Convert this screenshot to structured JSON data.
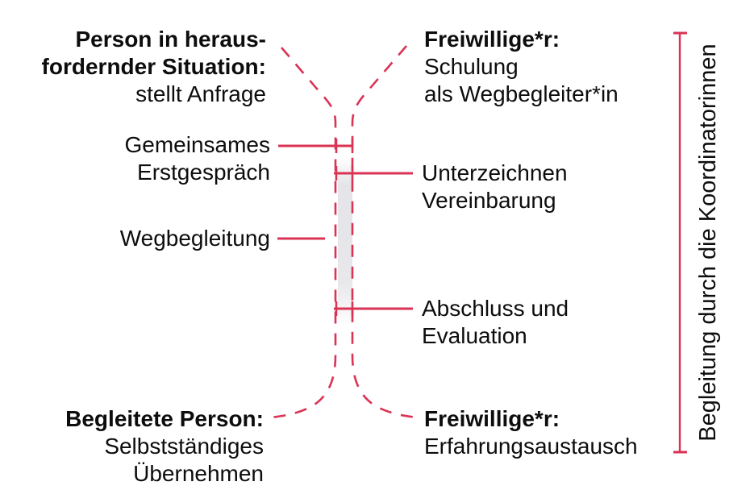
{
  "colors": {
    "accent": "#da3354",
    "text": "#0d0d0d",
    "shadow_band": "#e6e6ea",
    "background": "#ffffff"
  },
  "stages": {
    "challenged_person": {
      "line1": "Person in heraus-",
      "line2": "fordernder Situation:",
      "line3": "stellt Anfrage"
    },
    "volunteer_training": {
      "line1": "Freiwillige*r:",
      "line2": "Schulung",
      "line3": "als Wegbegleiter*in"
    },
    "first_meeting": {
      "line1": "Gemeinsames",
      "line2": "Erstgespräch"
    },
    "agreement": {
      "line1": "Unterzeichnen",
      "line2": "Vereinbarung"
    },
    "accompaniment": {
      "line1": "Wegbegleitung"
    },
    "evaluation": {
      "line1": "Abschluss und",
      "line2": "Evaluation"
    },
    "accompanied_person": {
      "line1": "Begleitete Person:",
      "line2": "Selbstständiges",
      "line3": "Übernehmen"
    },
    "volunteer_exchange": {
      "line1": "Freiwillige*r:",
      "line2": "Erfahrungsaustausch"
    }
  },
  "bracket": {
    "label": "Begleitung durch die Koordinatorinnen"
  }
}
